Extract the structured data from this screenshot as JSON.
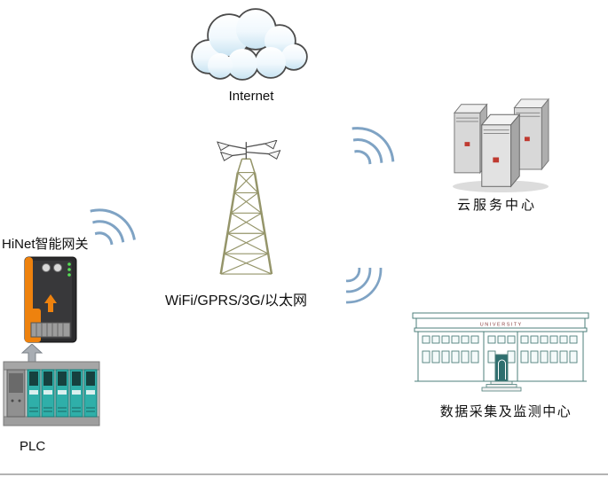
{
  "nodes": {
    "internet": {
      "label": "Internet"
    },
    "tower": {
      "label": "WiFi/GPRS/3G/以太网"
    },
    "cloud_service": {
      "label": "云服务中心"
    },
    "data_center": {
      "label": "数据采集及监测中心",
      "sign": "U N I V E R S I T Y"
    },
    "gateway": {
      "label": "HiNet智能网关"
    },
    "plc": {
      "label": "PLC"
    }
  },
  "colors": {
    "wifi_arc": "#7fa3c4",
    "tower": "#95956a",
    "gateway_orange": "#ee820e",
    "plc_teal": "#2fafa9",
    "server_red": "#bf3a30",
    "building_outline": "#4e7f7b"
  }
}
